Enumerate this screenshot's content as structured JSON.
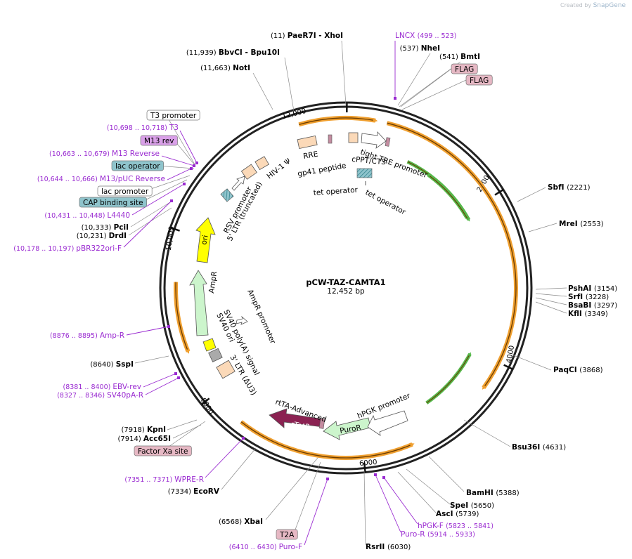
{
  "branding": {
    "created_by": "Created by",
    "app": "SnapGene"
  },
  "plasmid": {
    "name": "pCW-TAZ-CAMTA1",
    "length": "12,452 bp"
  },
  "ticks": [
    {
      "label": "12,000"
    },
    {
      "label": "2000"
    },
    {
      "label": "4000"
    },
    {
      "label": "6000"
    },
    {
      "label": "8000"
    },
    {
      "label": "10,000"
    }
  ],
  "sites": [
    {
      "pos": "(11)",
      "name": "PaeR7I   - XhoI"
    },
    {
      "pos": "(11,939)",
      "name": "BbvCI   - Bpu10I"
    },
    {
      "pos": "(11,663)",
      "name": "NotI"
    },
    {
      "pos": "(537)",
      "name": "NheI"
    },
    {
      "pos": "(541)",
      "name": "BmtI"
    },
    {
      "pos": "(2221)",
      "name": "SbfI"
    },
    {
      "pos": "(2553)",
      "name": "MreI"
    },
    {
      "pos": "(3154)",
      "name": "PshAI"
    },
    {
      "pos": "(3228)",
      "name": "SrfI"
    },
    {
      "pos": "(3297)",
      "name": "BsaBI"
    },
    {
      "pos": "(3349)",
      "name": "KflI"
    },
    {
      "pos": "(3868)",
      "name": "PaqCI"
    },
    {
      "pos": "(4631)",
      "name": "Bsu36I"
    },
    {
      "pos": "(5388)",
      "name": "BamHI"
    },
    {
      "pos": "(5650)",
      "name": "SpeI"
    },
    {
      "pos": "(5739)",
      "name": "AscI"
    },
    {
      "pos": "(6030)",
      "name": "RsrII"
    },
    {
      "pos": "(6568)",
      "name": "XbaI"
    },
    {
      "pos": "(7334)",
      "name": "EcoRV"
    },
    {
      "pos": "(7918)",
      "name": "KpnI"
    },
    {
      "pos": "(7914)",
      "name": "Acc65I"
    },
    {
      "pos": "(10,333)",
      "name": "PciI"
    },
    {
      "pos": "(10,231)",
      "name": "DrdI"
    },
    {
      "pos": "(8640)",
      "name": "SspI"
    }
  ],
  "primers": [
    {
      "name": "LNCX",
      "range": "(499 .. 523)"
    },
    {
      "name": "T3",
      "range": "(10,698 .. 10,718)"
    },
    {
      "name": "M13 Reverse",
      "range": "(10,663 .. 10,679)"
    },
    {
      "name": "M13/pUC Reverse",
      "range": "(10,644 .. 10,666)"
    },
    {
      "name": "L4440",
      "range": "(10,431 .. 10,448)"
    },
    {
      "name": "pBR322ori-F",
      "range": "(10,178 .. 10,197)"
    },
    {
      "name": "Amp-R",
      "range": "(8876 .. 8895)"
    },
    {
      "name": "EBV-rev",
      "range": "(8381 .. 8400)"
    },
    {
      "name": "SV40pA-R",
      "range": "(8327 .. 8346)"
    },
    {
      "name": "WPRE-R",
      "range": "(7351 .. 7371)"
    },
    {
      "name": "Puro-F",
      "range": "(6410 .. 6430)"
    },
    {
      "name": "hPGK-F",
      "range": "(5823 .. 5841)"
    },
    {
      "name": "Puro-R",
      "range": "(5914 .. 5933)"
    }
  ],
  "boxed_labels": [
    {
      "text": "T3 promoter",
      "fill": "#ffffff"
    },
    {
      "text": "M13 rev",
      "fill": "#d9a0e8"
    },
    {
      "text": "lac operator",
      "fill": "#8fc4cc"
    },
    {
      "text": "lac promoter",
      "fill": "#ffffff"
    },
    {
      "text": "CAP binding site",
      "fill": "#8fc4cc"
    },
    {
      "text": "FLAG",
      "fill": "#e6b8c4"
    },
    {
      "text": "FLAG",
      "fill": "#e6b8c4"
    },
    {
      "text": "Factor Xa site",
      "fill": "#e6b8c4"
    },
    {
      "text": "T2A",
      "fill": "#e6b8c4"
    }
  ],
  "features": [
    {
      "text": "RSV promoter"
    },
    {
      "text": "5' LTR (truncated)"
    },
    {
      "text": "HIV-1 Ψ"
    },
    {
      "text": "RRE"
    },
    {
      "text": "gp41 peptide"
    },
    {
      "text": "cPPT/CTS"
    },
    {
      "text": "tight TRE promoter"
    },
    {
      "text": "tet operator"
    },
    {
      "text": "tet operator"
    },
    {
      "text": "ori"
    },
    {
      "text": "AmpR"
    },
    {
      "text": "AmpR promoter"
    },
    {
      "text": "SV40 poly(A) signal"
    },
    {
      "text": "SV40 ori"
    },
    {
      "text": "3' LTR (ΔU3)"
    },
    {
      "text": "rtTA-Advanced"
    },
    {
      "text": "rTetR"
    },
    {
      "text": "PuroR"
    },
    {
      "text": "hPGK promoter"
    }
  ],
  "colors": {
    "backbone": "#222222",
    "cds_orange": "#f0a030",
    "primer_purple": "#9a2bd1",
    "ori_yellow": "#ffff00",
    "ampr_green": "#ccf5cc",
    "puror_green": "#ccf5cc",
    "rtetr_maroon": "#8b2252",
    "ltr_peach": "#fbd9b8"
  }
}
